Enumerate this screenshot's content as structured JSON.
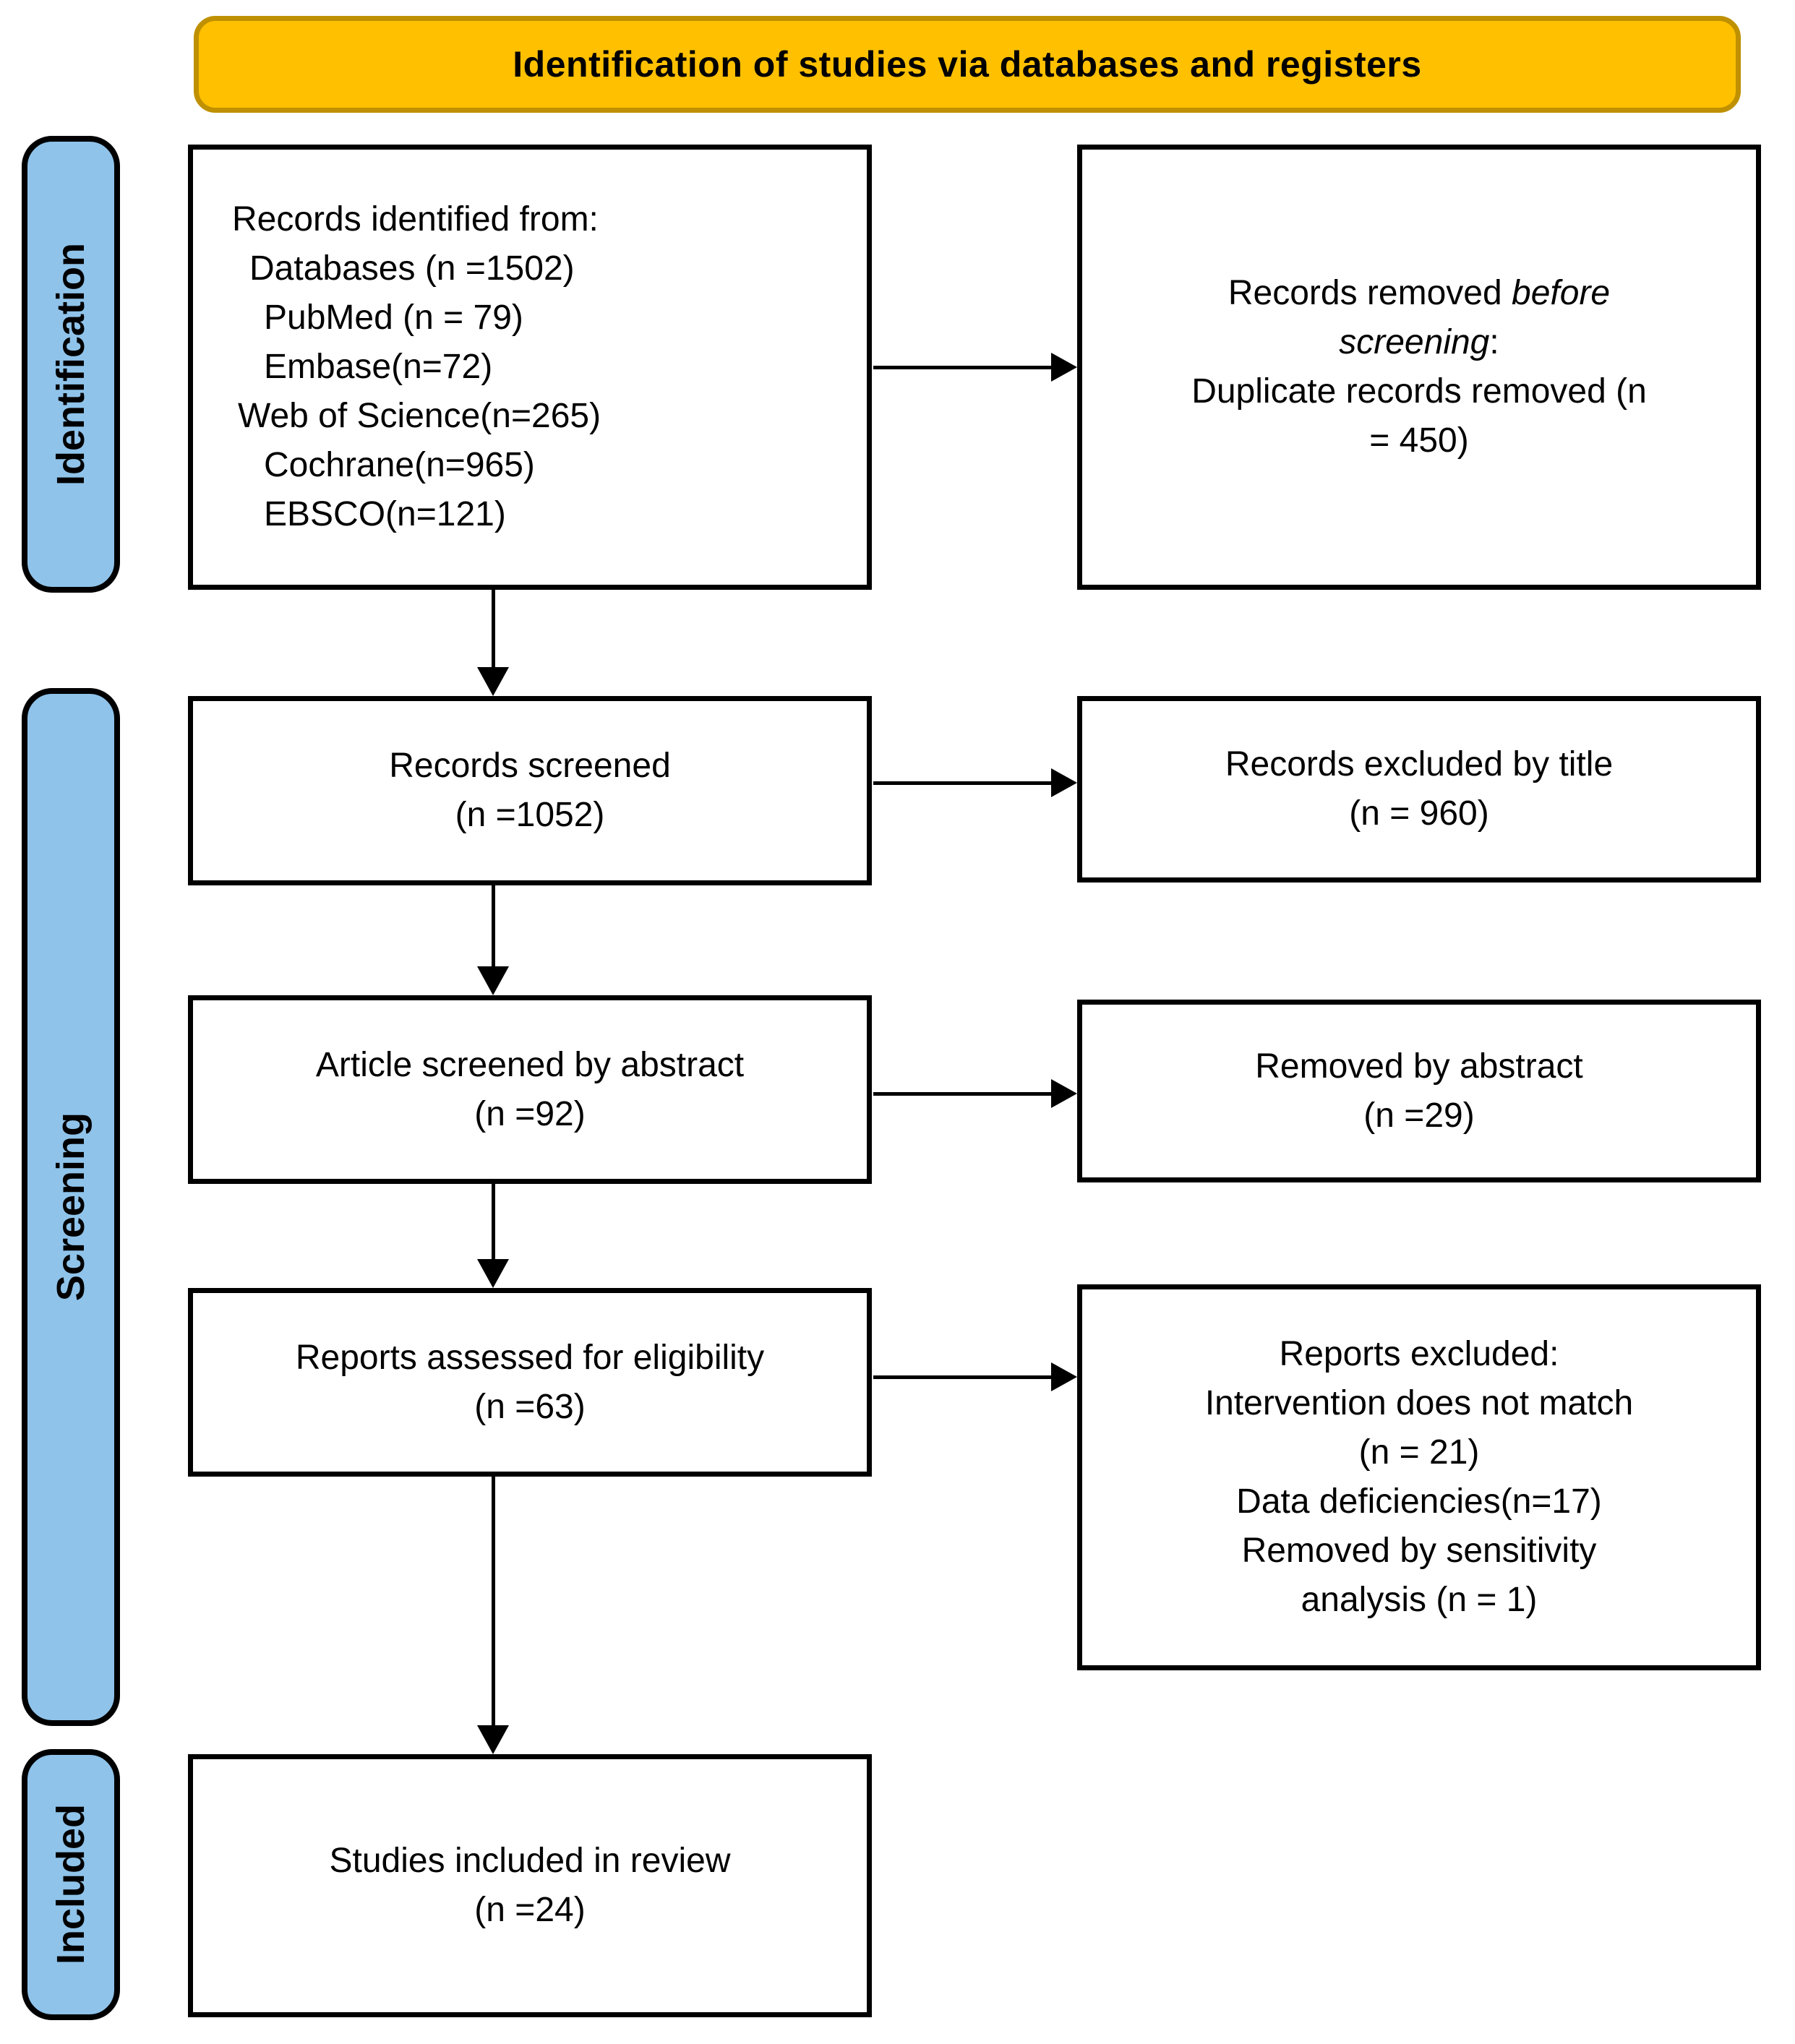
{
  "banner": {
    "title": "Identification of studies via databases and registers"
  },
  "sidebar": {
    "identification": "Identification",
    "screening": "Screening",
    "included": "Included"
  },
  "boxes": {
    "records_identified": {
      "lines": [
        "Records identified from:",
        "Databases (n =1502)",
        "PubMed (n = 79)",
        "Embase(n=72)",
        "Web of Science(n=265)",
        "Cochrane(n=965)",
        "EBSCO(n=121)"
      ]
    },
    "records_removed": {
      "line1_normal": "Records removed ",
      "line1_italic": "before",
      "line2_italic": "screening",
      "line2_suffix": ":",
      "line3": "Duplicate records removed (n",
      "line4": "= 450)"
    },
    "records_screened": {
      "lines": [
        "Records screened",
        "(n =1052)"
      ]
    },
    "records_excluded_title": {
      "lines": [
        "Records excluded by title",
        "(n = 960)"
      ]
    },
    "article_screened": {
      "lines": [
        "Article screened by abstract",
        "(n =92)"
      ]
    },
    "removed_abstract": {
      "lines": [
        "Removed by abstract",
        "(n =29)"
      ]
    },
    "reports_assessed": {
      "lines": [
        "Reports assessed for eligibility",
        "(n =63)"
      ]
    },
    "reports_excluded": {
      "lines": [
        "Reports excluded:",
        "Intervention does not match",
        "(n = 21)",
        "Data deficiencies(n=17)",
        "Removed by sensitivity",
        "analysis (n = 1)"
      ]
    },
    "studies_included": {
      "lines": [
        "Studies included in review",
        "(n =24)"
      ]
    }
  },
  "colors": {
    "banner_fill": "#FFC000",
    "banner_border": "#BF9000",
    "stage_fill": "#8FC3EA",
    "box_border": "#000000",
    "arrow_color": "#000000",
    "text_color": "#000000"
  }
}
